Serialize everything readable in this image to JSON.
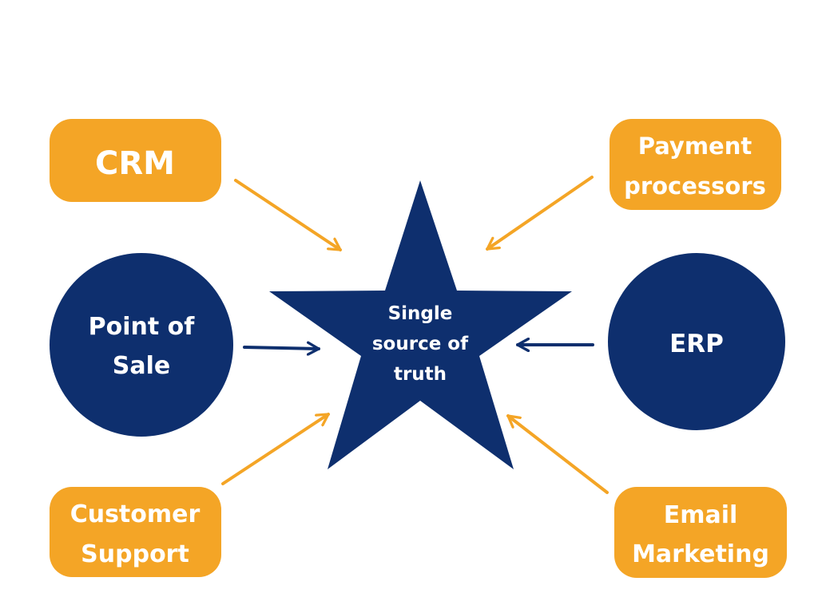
{
  "colors": {
    "accent_orange": "#F4A526",
    "navy": "#0E2F6E",
    "text_on_shape": "#FFFFFF",
    "background": "#FFFFFF"
  },
  "center": {
    "shape": "star",
    "lines": [
      "Single",
      "source of",
      "truth"
    ]
  },
  "nodes": {
    "crm": {
      "shape": "rounded-box",
      "lines": [
        "CRM"
      ]
    },
    "payment": {
      "shape": "rounded-box",
      "lines": [
        "Payment",
        "processors"
      ]
    },
    "pos": {
      "shape": "circle",
      "lines": [
        "Point of",
        "Sale"
      ]
    },
    "erp": {
      "shape": "circle",
      "lines": [
        "ERP"
      ]
    },
    "support": {
      "shape": "rounded-box",
      "lines": [
        "Customer",
        "Support"
      ]
    },
    "email": {
      "shape": "rounded-box",
      "lines": [
        "Email",
        "Marketing"
      ]
    }
  },
  "edges": [
    {
      "from": "crm",
      "to": "center",
      "color": "orange"
    },
    {
      "from": "payment",
      "to": "center",
      "color": "orange"
    },
    {
      "from": "pos",
      "to": "center",
      "color": "navy"
    },
    {
      "from": "erp",
      "to": "center",
      "color": "navy"
    },
    {
      "from": "support",
      "to": "center",
      "color": "orange"
    },
    {
      "from": "email",
      "to": "center",
      "color": "orange"
    }
  ]
}
